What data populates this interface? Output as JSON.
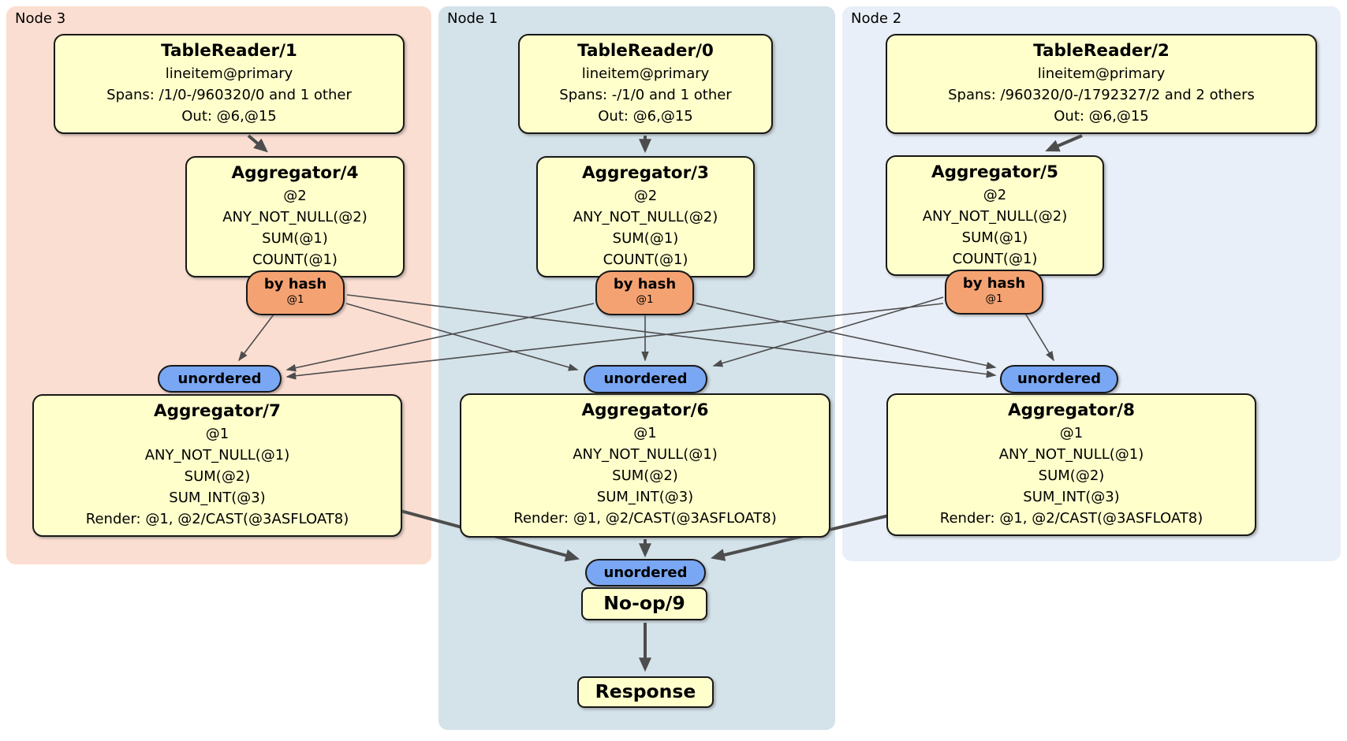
{
  "regions": {
    "node3": {
      "label": "Node 3"
    },
    "node1": {
      "label": "Node 1"
    },
    "node2": {
      "label": "Node 2"
    }
  },
  "boxes": {
    "tablereader1": {
      "title": "TableReader/1",
      "lines": [
        "lineitem@primary",
        "Spans: /1/0-/960320/0 and 1 other",
        "Out: @6,@15"
      ]
    },
    "tablereader0": {
      "title": "TableReader/0",
      "lines": [
        "lineitem@primary",
        "Spans: -/1/0 and 1 other",
        "Out: @6,@15"
      ]
    },
    "tablereader2": {
      "title": "TableReader/2",
      "lines": [
        "lineitem@primary",
        "Spans: /960320/0-/1792327/2 and 2 others",
        "Out: @6,@15"
      ]
    },
    "aggregator4": {
      "title": "Aggregator/4",
      "lines": [
        "@2",
        "ANY_NOT_NULL(@2)",
        "SUM(@1)",
        "COUNT(@1)"
      ]
    },
    "aggregator3": {
      "title": "Aggregator/3",
      "lines": [
        "@2",
        "ANY_NOT_NULL(@2)",
        "SUM(@1)",
        "COUNT(@1)"
      ]
    },
    "aggregator5": {
      "title": "Aggregator/5",
      "lines": [
        "@2",
        "ANY_NOT_NULL(@2)",
        "SUM(@1)",
        "COUNT(@1)"
      ]
    },
    "aggregator7": {
      "title": "Aggregator/7",
      "lines": [
        "@1",
        "ANY_NOT_NULL(@1)",
        "SUM(@2)",
        "SUM_INT(@3)",
        "Render: @1, @2/CAST(@3ASFLOAT8)"
      ]
    },
    "aggregator6": {
      "title": "Aggregator/6",
      "lines": [
        "@1",
        "ANY_NOT_NULL(@1)",
        "SUM(@2)",
        "SUM_INT(@3)",
        "Render: @1, @2/CAST(@3ASFLOAT8)"
      ]
    },
    "aggregator8": {
      "title": "Aggregator/8",
      "lines": [
        "@1",
        "ANY_NOT_NULL(@1)",
        "SUM(@2)",
        "SUM_INT(@3)",
        "Render: @1, @2/CAST(@3ASFLOAT8)"
      ]
    },
    "noop": {
      "title": "No-op/9"
    },
    "response": {
      "title": "Response"
    }
  },
  "connectors": {
    "by_hash": {
      "label": "by hash",
      "detail": "@1"
    },
    "unordered": {
      "label": "unordered"
    }
  },
  "colors": {
    "node3_bg": "#FBDED2",
    "node1_bg": "#D4E2EA",
    "node2_bg": "#E9EFF8",
    "box_bg": "#FFFFCC",
    "box_border": "#181818",
    "by_hash_bg": "#F5A272",
    "unordered_bg": "#7AA7F3",
    "edge": "#4D4D4D"
  }
}
